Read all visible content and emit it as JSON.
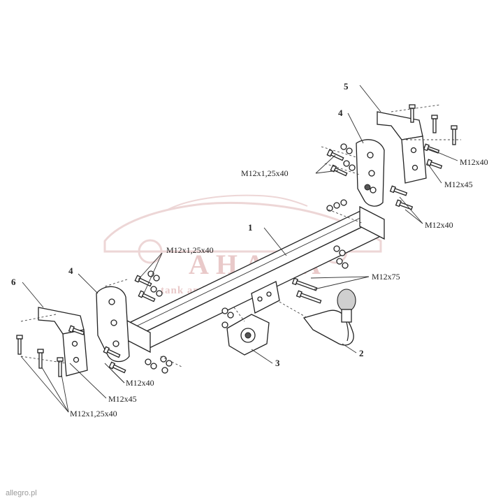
{
  "part_numbers": [
    "1",
    "2",
    "3",
    "4",
    "4",
    "5",
    "6"
  ],
  "labels": {
    "m12x1_25x40_top": "M12x1,25x40",
    "m12x40_top": "M12x40",
    "m12x45_top": "M12x45",
    "m12x40_right": "M12x40",
    "m12x1_25x40_mid": "M12x1,25x40",
    "m12x75": "M12x75",
    "m12x40_left": "M12x40",
    "m12x45_left": "M12x45",
    "m12x1_25x40_bottom": "M12x1,25x40"
  },
  "watermark": {
    "brand": "AHAKA",
    "tagline": "tank and trans"
  },
  "source_badge": "allegro.pl",
  "colors": {
    "line": "#222222",
    "watermark": "#e9c9c9",
    "background": "#ffffff"
  }
}
